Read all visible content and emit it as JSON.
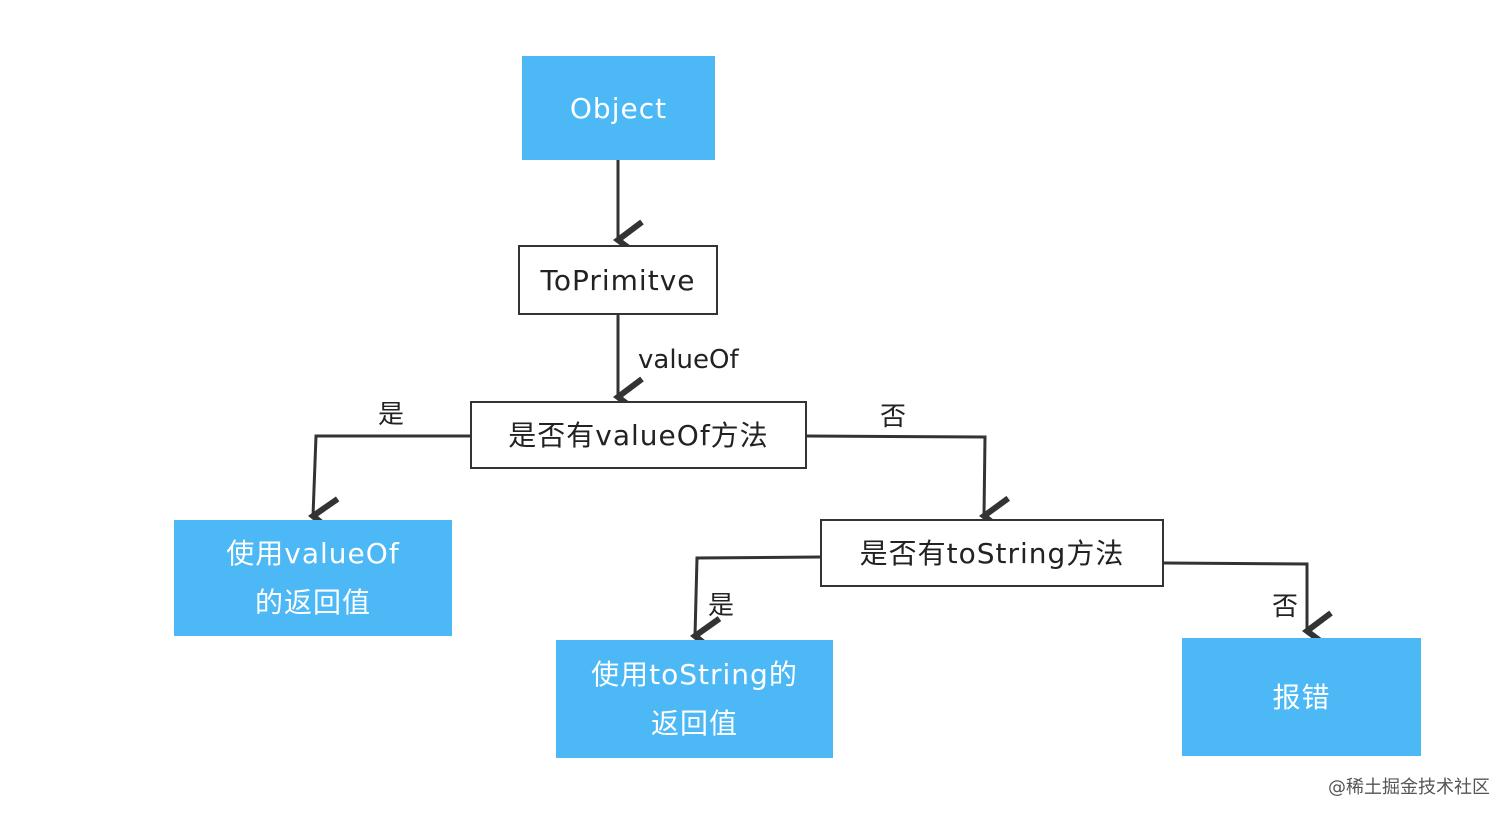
{
  "nodes": {
    "object": "Object",
    "toprimitive": "ToPrimitve",
    "has_valueof": "是否有valueOf方法",
    "use_valueof_1": "使用valueOf",
    "use_valueof_2": "的返回值",
    "has_tostring": "是否有toString方法",
    "use_tostring_1": "使用toString的",
    "use_tostring_2": "返回值",
    "error": "报错"
  },
  "edge_labels": {
    "valueof": "valueOf",
    "yes_left": "是",
    "no_right": "否",
    "yes_tostring": "是",
    "no_tostring": "否"
  },
  "watermark": "@稀土掘金技术社区",
  "colors": {
    "box_blue": "#4cb8f5",
    "stroke": "#333333"
  }
}
